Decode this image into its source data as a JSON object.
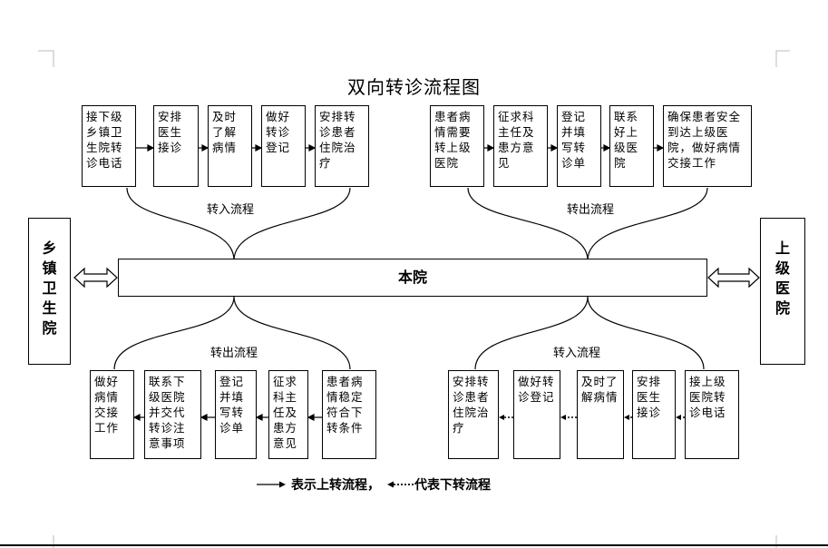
{
  "title": "双向转诊流程图",
  "left_side": "乡镇卫生院",
  "right_side": "上级医院",
  "center": "本院",
  "labels": {
    "top_left": "转入流程",
    "top_right": "转出流程",
    "bottom_left": "转出流程",
    "bottom_right": "转入流程"
  },
  "top_left_steps": [
    "接下级乡镇卫生院转诊电话",
    "安排医生接诊",
    "及时了解病情",
    "做好转诊登记",
    "安排转诊患者住院治疗"
  ],
  "top_right_steps": [
    "患者病情需要转上级医院",
    "征求科主任及患方意见",
    "登记并填写转诊单",
    "联系好上级医院",
    "确保患者安全到达上级医院，做好病情交接工作"
  ],
  "bottom_left_steps": [
    "做好病情交接工作",
    "联系下级医院并交代转诊注意事项",
    "登记并填写转诊单",
    "征求科主任及患方意见",
    "患者病情稳定符合下转条件"
  ],
  "bottom_right_steps": [
    "安排转诊患者住院治疗",
    "做好转诊登记",
    "及时了解病情",
    "安排医生接诊",
    "接上级医院转诊电话"
  ],
  "legend": {
    "up_text": "表示上转流程，",
    "down_text": "代表下转流程"
  }
}
